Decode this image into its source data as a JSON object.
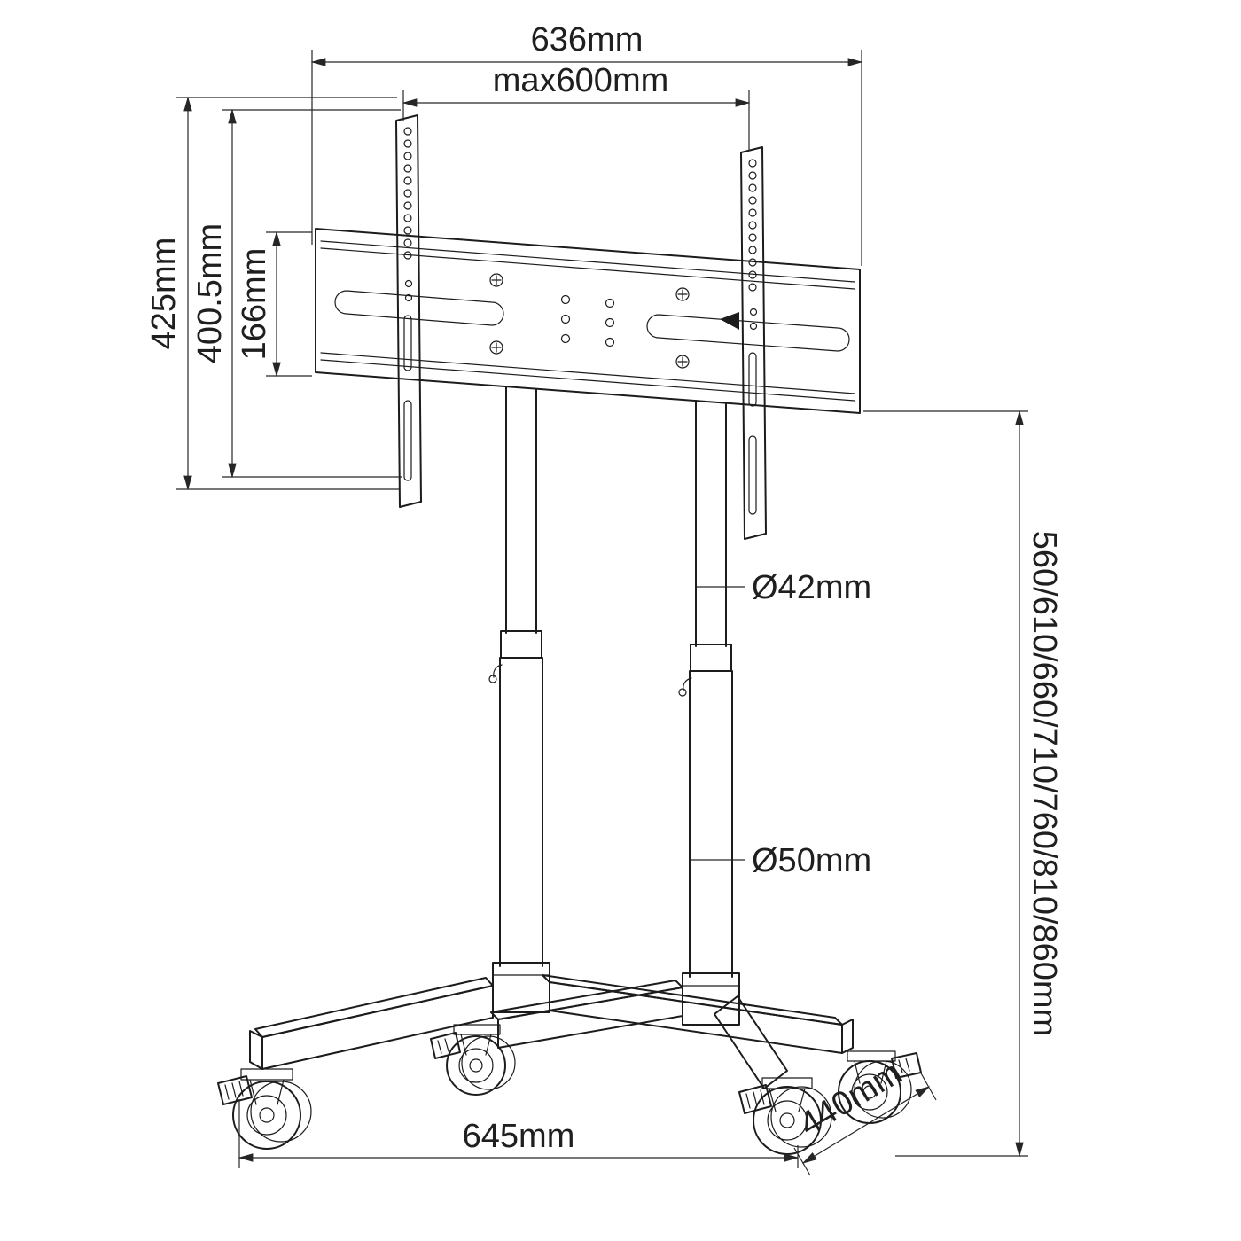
{
  "diagram": {
    "type": "technical-dimension-drawing",
    "subject": "Mobile TV trolley with VESA mounting bracket, telescopic columns and locking casters",
    "background_color": "#ffffff",
    "line_color": "#1c1c1c",
    "labels": {
      "top_width": "636mm",
      "vesa_max_width": "max600mm",
      "rail_height_outer": "425mm",
      "rail_height_inner": "400.5mm",
      "crossbar_height": "166mm",
      "upper_column_diameter": "Ø42mm",
      "lower_column_diameter": "Ø50mm",
      "adjustable_heights": "560/610/660/710/760/810/860mm",
      "base_width": "645mm",
      "base_depth": "440mm"
    }
  }
}
